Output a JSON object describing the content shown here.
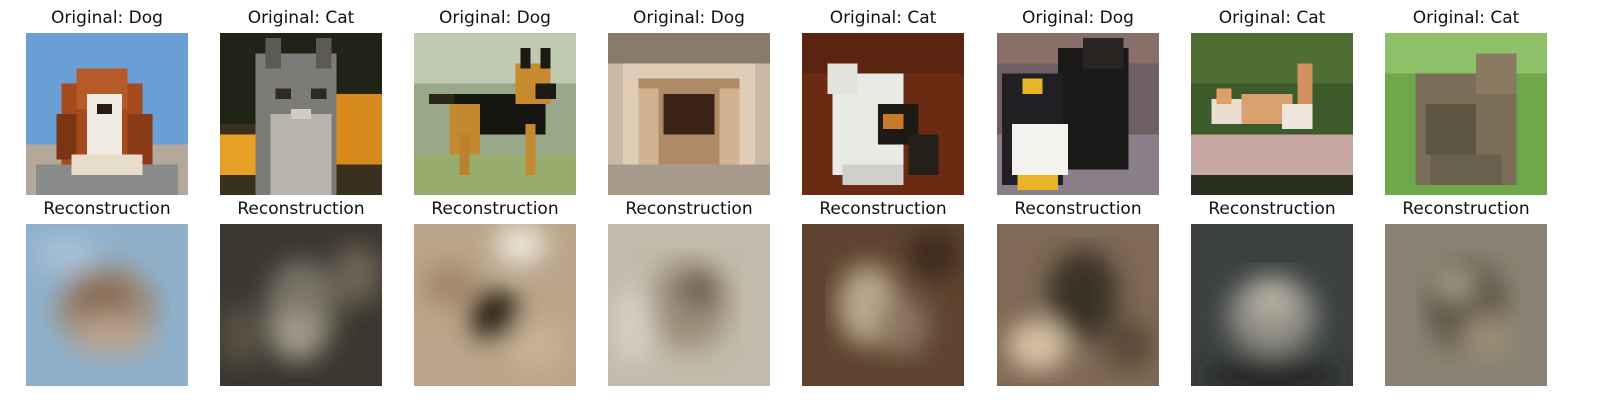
{
  "panels": [
    {
      "original_title": "Original: Dog",
      "recon_title": "Reconstruction"
    },
    {
      "original_title": "Original: Cat",
      "recon_title": "Reconstruction"
    },
    {
      "original_title": "Original: Dog",
      "recon_title": "Reconstruction"
    },
    {
      "original_title": "Original: Dog",
      "recon_title": "Reconstruction"
    },
    {
      "original_title": "Original: Cat",
      "recon_title": "Reconstruction"
    },
    {
      "original_title": "Original: Dog",
      "recon_title": "Reconstruction"
    },
    {
      "original_title": "Original: Cat",
      "recon_title": "Reconstruction"
    },
    {
      "original_title": "Original: Cat",
      "recon_title": "Reconstruction"
    }
  ]
}
